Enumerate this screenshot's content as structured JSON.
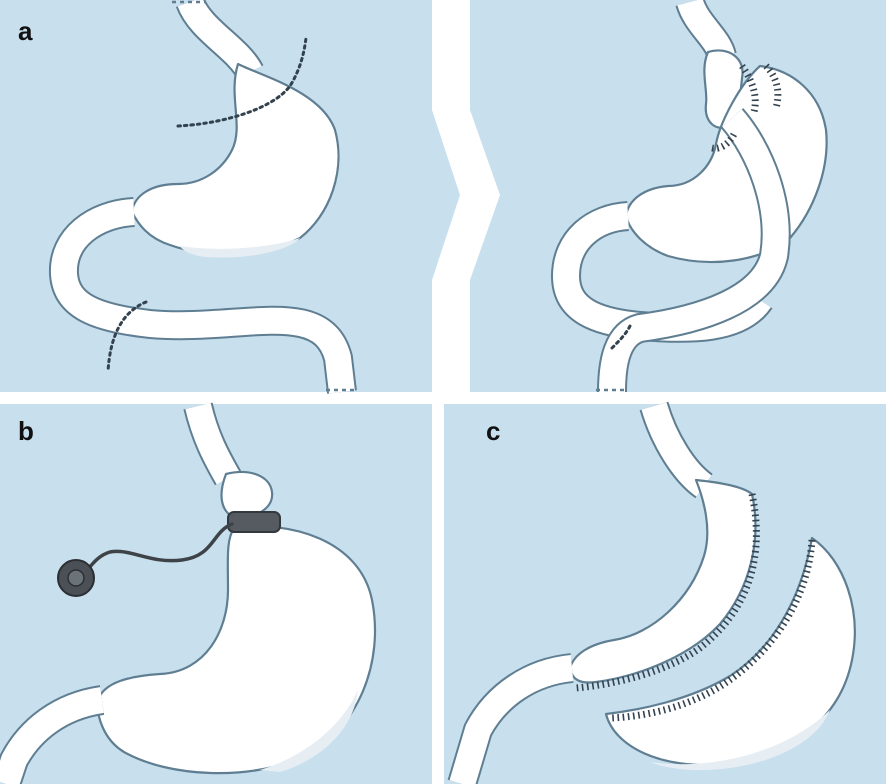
{
  "panels": [
    {
      "id": "a",
      "label": "a"
    },
    {
      "id": "b",
      "label": "b"
    },
    {
      "id": "c",
      "label": "c"
    }
  ],
  "colors": {
    "background": "#c8dfee",
    "organ_fill": "#ffffff",
    "organ_outline": "#5f7e92",
    "cut_line": "#33424f",
    "band_device": "#555b60"
  }
}
